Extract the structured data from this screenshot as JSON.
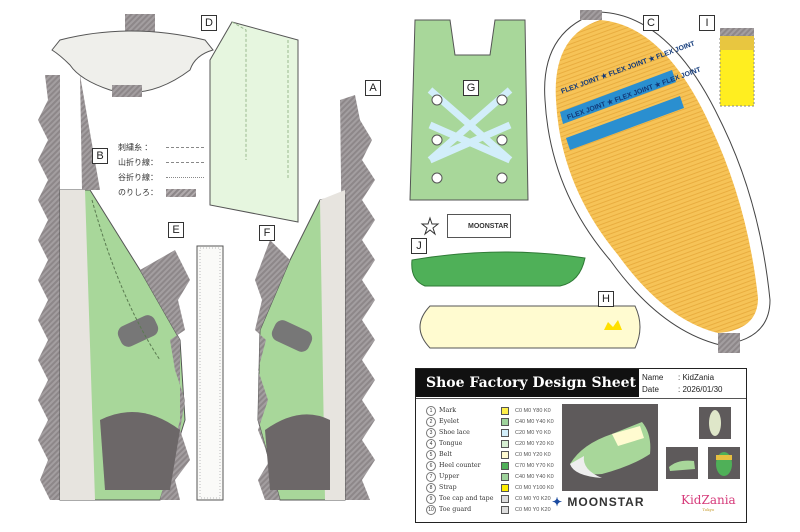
{
  "piece_labels": {
    "A": "A",
    "B": "B",
    "C": "C",
    "D": "D",
    "E": "E",
    "F": "F",
    "G": "G",
    "H": "H",
    "I": "I",
    "J": "J"
  },
  "legend": [
    {
      "label": "刺繍糸 ：",
      "style": "dashed"
    },
    {
      "label": "山折り線：",
      "style": "dash-dot"
    },
    {
      "label": "谷折り線：",
      "style": "dotted"
    },
    {
      "label": "のりしろ：",
      "style": "glue-hatch"
    }
  ],
  "sole_band_text": "FLEX JOINT ★ FLEX JOINT ★ FLEX JOINT",
  "brand_mark_label": "MOONSTAR",
  "sheet": {
    "title": "Shoe Factory Design Sheet",
    "name_label": "Name",
    "name_value": ": KidZania",
    "date_label": "Date",
    "date_value": ": 2026/01/30",
    "items": [
      {
        "num": "1",
        "name": "Mark",
        "color": "#fff04a",
        "cmyk": "C0 M0 Y80 K0"
      },
      {
        "num": "2",
        "name": "Eyelet",
        "color": "#9fd39c",
        "cmyk": "C40 M0 Y40 K0"
      },
      {
        "num": "3",
        "name": "Shoe lace",
        "color": "#d2eefa",
        "cmyk": "C20 M0 Y0 K0"
      },
      {
        "num": "4",
        "name": "Tongue",
        "color": "#d6efd2",
        "cmyk": "C20 M0 Y20 K0"
      },
      {
        "num": "5",
        "name": "Belt",
        "color": "#fffbd0",
        "cmyk": "C0 M0 Y20 K0"
      },
      {
        "num": "6",
        "name": "Heel counter",
        "color": "#4fb058",
        "cmyk": "C70 M0 Y70 K0"
      },
      {
        "num": "7",
        "name": "Upper",
        "color": "#9fd39c",
        "cmyk": "C40 M0 Y40 K0"
      },
      {
        "num": "8",
        "name": "Strap",
        "color": "#ffee00",
        "cmyk": "C0 M0 Y100 K0"
      },
      {
        "num": "9",
        "name": "Toe cap and tape",
        "color": "#dcdcdc",
        "cmyk": "C0 M0 Y0 K20"
      },
      {
        "num": "10",
        "name": "Toe guard",
        "color": "#dcdcdc",
        "cmyk": "C0 M0 Y0 K20"
      }
    ],
    "brand": "MOONSTAR",
    "partner": "KidZania",
    "partner_sub": "Tokyo"
  },
  "colors": {
    "upper": "#a8d79a",
    "pale_green": "#e6f6df",
    "glue": "#8d8789",
    "sole": "#f6c357",
    "flex": "#2a8fd0",
    "heel": "#4fb058"
  }
}
